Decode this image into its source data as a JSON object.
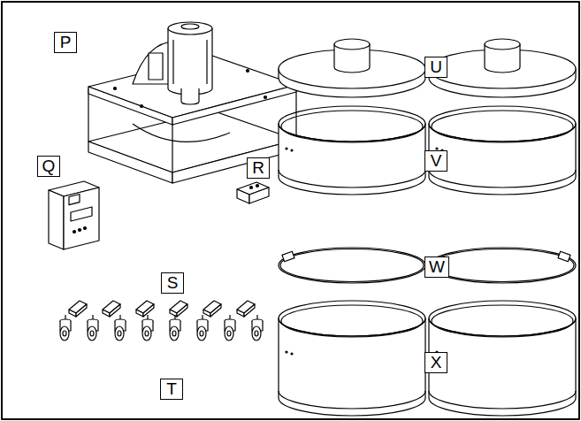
{
  "diagram": {
    "labels": [
      "P",
      "Q",
      "R",
      "S",
      "T",
      "U",
      "V",
      "W",
      "X"
    ]
  }
}
